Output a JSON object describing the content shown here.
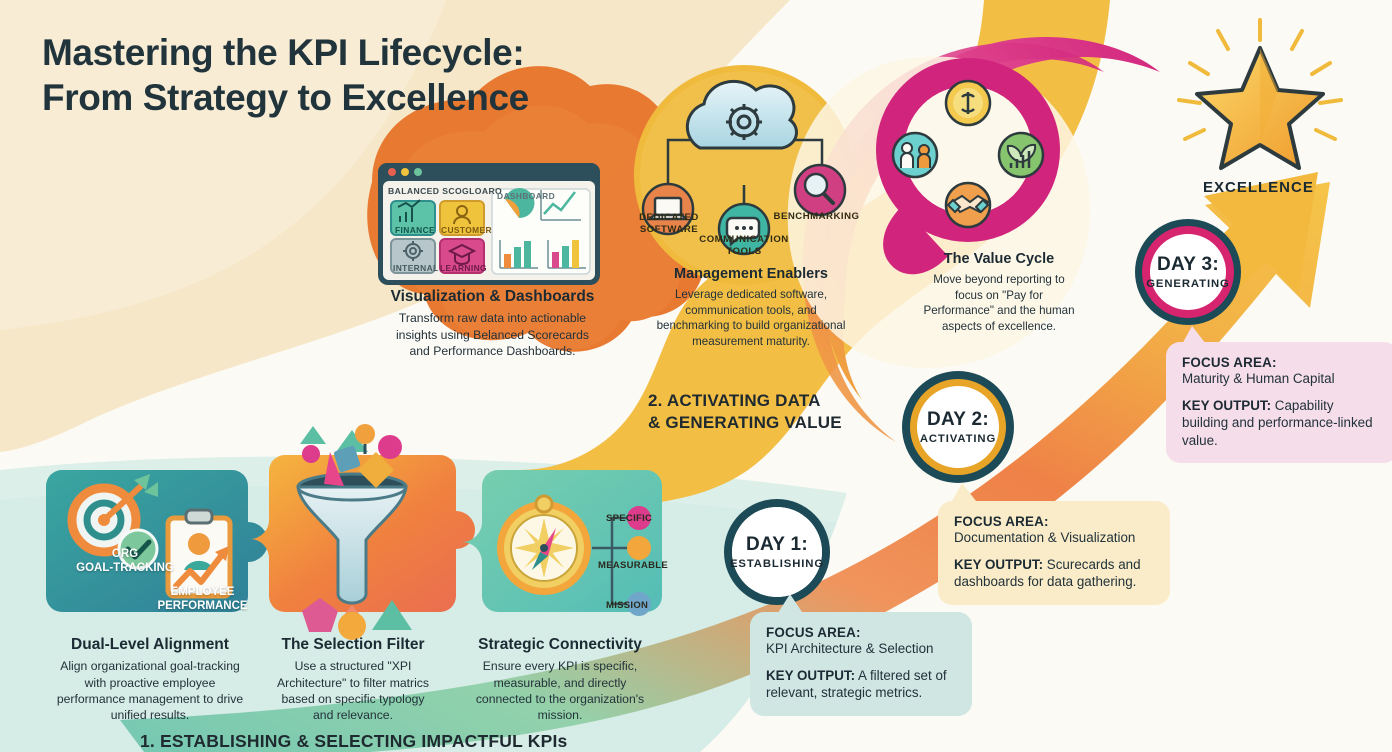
{
  "title": "Mastering the KPI Lifecycle:\nFrom Strategy to Excellence",
  "sections": {
    "establishing_heading": "1. ESTABLISHING & SELECTING IMPACTFUL KPIs",
    "activating_heading": "2. ACTIVATING DATA\n& GENERATING VALUE"
  },
  "excellence": {
    "label": "EXCELLENCE",
    "icon": "star-icon"
  },
  "cards": [
    {
      "id": "dual-level-alignment",
      "title": "Dual-Level Alignment",
      "body": "Align organizational goal-tracking\nwith proactive employee\nperformance management to drive\nunified results.",
      "icons": [
        "target-arrow-icon",
        "check-circle-icon",
        "clipboard-person-chart-icon"
      ],
      "inner_labels": [
        "ORG\nGOAL-TRACKING",
        "EMPLOYEE\nPERFORMANCE"
      ],
      "color": "#2f9a9a"
    },
    {
      "id": "the-selection-filter",
      "title": "The Selection Filter",
      "body": "Use a structured \"XPI\nArchitecture\" to filter matrics\nbased on specific typology\nand relevance.",
      "icons": [
        "funnel-icon"
      ],
      "inner_labels": [],
      "color": "#f0a03c"
    },
    {
      "id": "strategic-connectivity",
      "title": "Strategic Connectivity",
      "body": "Ensure every KPI is specific,\nmeasurable, and directly\nconnected to the organization's\nmission.",
      "icons": [
        "compass-icon"
      ],
      "inner_labels": [
        "SPECIFIC",
        "MEASURABLE",
        "MISSION"
      ],
      "color": "#63c4a8"
    },
    {
      "id": "visualization-dashboards",
      "title": "Visualization & Dashboards",
      "body": "Transform raw data into actionable\ninsights using Belanced Scorecards\nand Performance Dashboards.",
      "icons": [
        "browser-window-icon",
        "pie-chart-icon",
        "line-chart-icon",
        "bar-chart-icon"
      ],
      "inner_labels": [
        "BALANCED SCOGLOARO",
        "FINANCE",
        "CUSTOMER",
        "INTERNAL",
        "LEARNING",
        "DASHBOARD"
      ],
      "color": "#e8772e"
    },
    {
      "id": "management-enablers",
      "title": "Management Enablers",
      "body": "Leverage dedicated software,\ncommunication tools, and\nbenchmarking to build organizational\nmeasurement maturity.",
      "icons": [
        "cloud-gear-icon",
        "laptop-icon",
        "chat-bubbles-icon",
        "magnifier-icon"
      ],
      "inner_labels": [
        "DEDICATED\nSOFTWARE",
        "COMMUNICATION\nTOOLS",
        "BENCHMARKING"
      ],
      "color": "#f0bb3c"
    },
    {
      "id": "the-value-cycle",
      "title": "The Value Cycle",
      "body": "Move beyond reporting to\nfocus on \"Pay for\nPerformance\" and the human\naspects of excellence.",
      "icons": [
        "coin-dollar-icon",
        "two-people-icon",
        "growth-plant-chart-icon",
        "handshake-icon"
      ],
      "inner_labels": [],
      "color": "#d12d7e"
    }
  ],
  "days": [
    {
      "id": "day-1",
      "line1": "DAY 1:",
      "line2": "ESTABLISHING",
      "ring_color": "#1d4a57",
      "focus": {
        "focus_label": "FOCUS AREA:",
        "focus_value": "KPI Architecture & Selection",
        "output_label": "KEY OUTPUT:",
        "output_value": "A filtered set of relevant, strategic metrics.",
        "bg": "#cfe6e3"
      }
    },
    {
      "id": "day-2",
      "line1": "DAY 2:",
      "line2": "ACTIVATING",
      "ring_color": "#1d4a57",
      "ring_accent": "#e8a427",
      "focus": {
        "focus_label": "FOCUS AREA:",
        "focus_value": "Documentation & Visualization",
        "output_label": "KEY OUTPUT:",
        "output_value": "Scurecards and dashboards for data gathering.",
        "bg": "#faecc8"
      }
    },
    {
      "id": "day-3",
      "line1": "DAY 3:",
      "line2": "GENERATING",
      "ring_color": "#1d4a57",
      "ring_accent": "#d6246f",
      "focus": {
        "focus_label": "FOCUS AREA:",
        "focus_value": "Maturity & Human Capital",
        "output_label": "KEY OUTPUT:",
        "output_value": "Capability building and performance-linked value.",
        "bg": "#f6ddea"
      }
    }
  ],
  "palette": {
    "background": "#fbfaf5",
    "cream": "#f6e7c8",
    "mint": "#dcefe9",
    "orange": "#e8772e",
    "gold": "#f0bb3c",
    "magenta": "#d12d7e",
    "teal": "#2f9a9a",
    "ink": "#21343c"
  }
}
